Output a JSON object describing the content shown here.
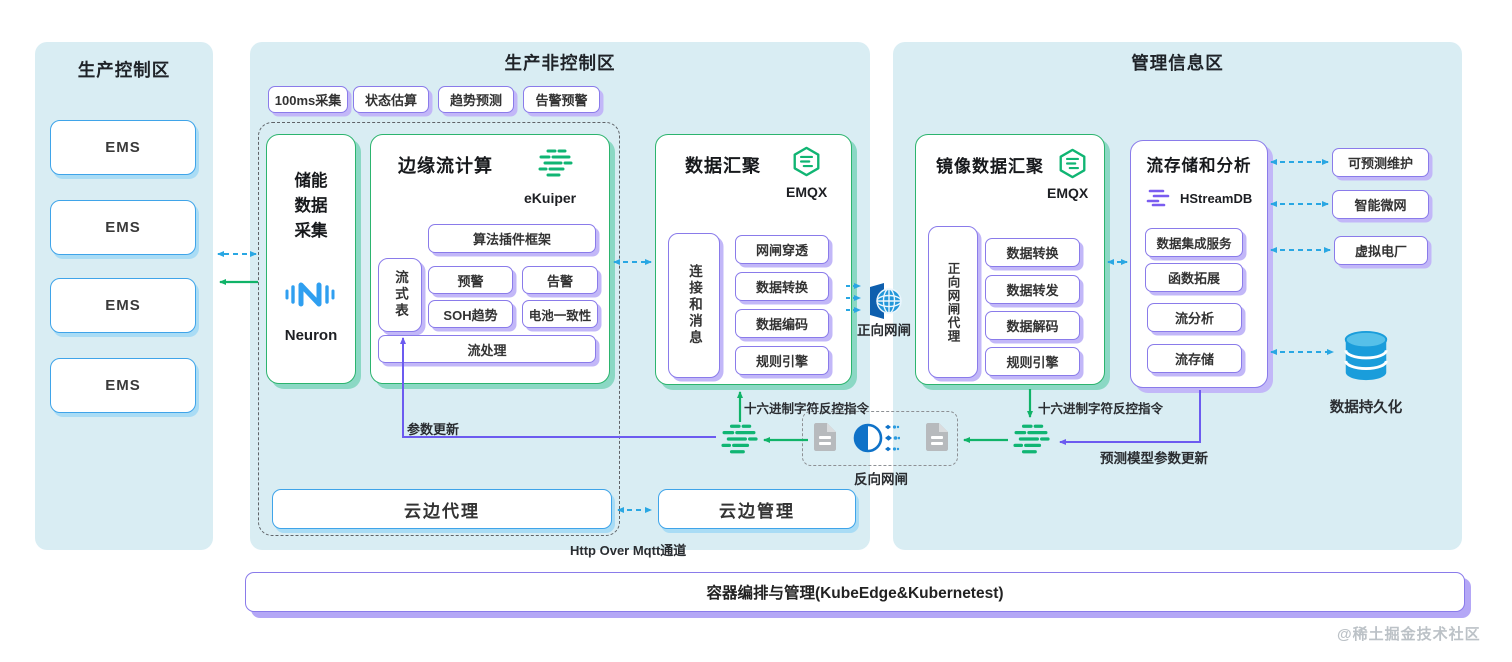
{
  "zone_pc": {
    "title": "生产控制区",
    "ems": [
      "EMS",
      "EMS",
      "EMS",
      "EMS"
    ]
  },
  "zone_pnc": {
    "title": "生产非控制区",
    "tags": [
      "100ms采集",
      "状态估算",
      "趋势预测",
      "告警预警"
    ],
    "collect": {
      "title": "储能\n数据\n采集",
      "product": "Neuron"
    },
    "edge": {
      "title": "边缘流计算",
      "product": "eKuiper",
      "plugin_framework": "算法插件框架",
      "stream_table": "流式表",
      "alerts": [
        "预警",
        "告警",
        "SOH趋势",
        "电池一致性"
      ],
      "stream_processing": "流处理"
    },
    "agg": {
      "title": "数据汇聚",
      "product": "EMQX",
      "side": "连接和消息",
      "items": [
        "网闸穿透",
        "数据转换",
        "数据编码",
        "规则引擎"
      ]
    },
    "cloud_agent": "云边代理"
  },
  "zone_mis": {
    "title": "管理信息区",
    "mirror": {
      "title": "镜像数据汇聚",
      "product": "EMQX",
      "side": "正向网闸代理",
      "items": [
        "数据转换",
        "数据转发",
        "数据解码",
        "规则引擎"
      ]
    },
    "hstream": {
      "title": "流存储和分析",
      "product": "HStreamDB",
      "items": [
        "数据集成服务",
        "函数拓展",
        "流分析",
        "流存储"
      ]
    },
    "apps": [
      "可预测维护",
      "智能微网",
      "虚拟电厂"
    ],
    "persistence": "数据持久化",
    "cloud_mgmt": "云边管理"
  },
  "labels": {
    "forward_gateway": "正向网闸",
    "reverse_gateway": "反向网闸",
    "hex_cmd_left": "十六进制字符反控指令",
    "hex_cmd_right": "十六进制字符反控指令",
    "param_update": "参数更新",
    "model_param_update": "预测模型参数更新",
    "http_channel": "Http Over Mqtt通道",
    "container_bar": "容器编排与管理(KubeEdge&Kubernetest)"
  },
  "watermark": "@稀土掘金技术社区",
  "colors": {
    "zone_bg": "#d9edf3",
    "green": "#2cb46e",
    "purple": "#8a7bea",
    "blue": "#3fa4e9",
    "arrow_blue": "#29a7e3",
    "arrow_green": "#10b368",
    "arrow_purple": "#6c5bf0",
    "db_blue": "#189bd8"
  }
}
